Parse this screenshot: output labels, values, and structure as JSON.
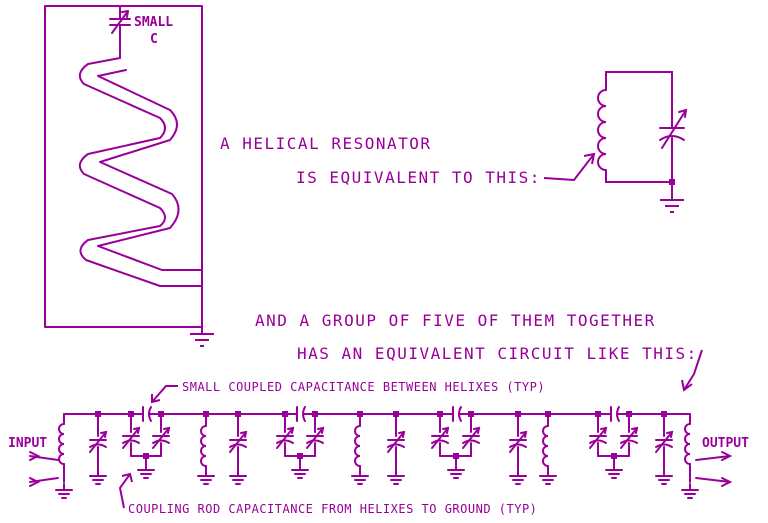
{
  "colors": {
    "ink": "#990099",
    "background": "#ffffff"
  },
  "labels": {
    "small_c_line1": "SMALL",
    "small_c_line2": "C",
    "helical_line1": "A HELICAL RESONATOR",
    "helical_line2": "IS EQUIVALENT TO THIS:",
    "group_line1": "AND A GROUP OF FIVE OF THEM TOGETHER",
    "group_line2": "HAS AN EQUIVALENT CIRCUIT LIKE THIS:",
    "coupled_cap": "SMALL COUPLED CAPACITANCE BETWEEN HELIXES (TYP)",
    "coupling_rod": "COUPLING ROD CAPACITANCE FROM HELIXES TO GROUND (TYP)",
    "input": "INPUT",
    "output": "OUTPUT"
  }
}
